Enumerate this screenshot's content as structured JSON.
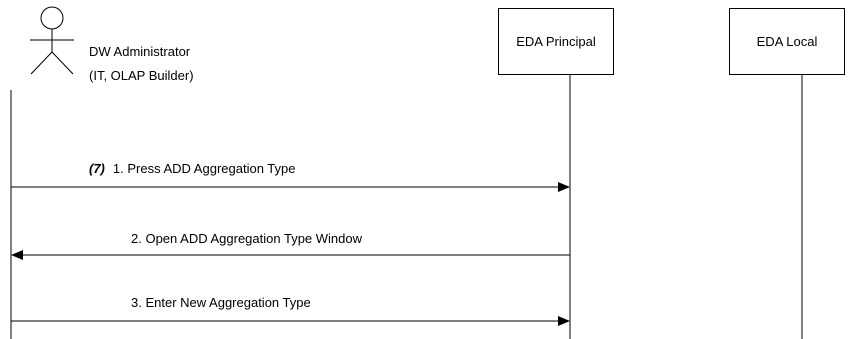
{
  "actor": {
    "name": "DW Administrator",
    "role": "(IT, OLAP Builder)"
  },
  "participants": [
    {
      "label": "EDA Principal"
    },
    {
      "label": "EDA Local"
    }
  ],
  "messages": [
    {
      "marker": "(7)",
      "text": "1.  Press ADD Aggregation Type",
      "direction": "right"
    },
    {
      "marker": "",
      "text": "2.  Open ADD Aggregation Type Window",
      "direction": "left"
    },
    {
      "marker": "",
      "text": "3.  Enter New Aggregation Type",
      "direction": "right"
    }
  ],
  "colors": {
    "line": "#000000",
    "background": "#ffffff"
  }
}
